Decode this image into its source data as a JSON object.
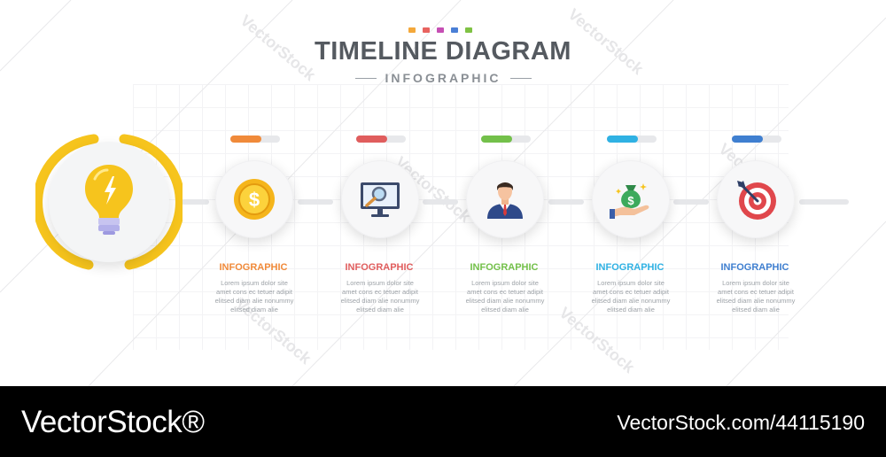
{
  "header": {
    "title": "TIMELINE DIAGRAM",
    "subtitle": "INFOGRAPHIC",
    "dot_colors": [
      "#f4a83a",
      "#e8635f",
      "#c64fb4",
      "#4a7fd6",
      "#7fc244"
    ]
  },
  "hero": {
    "icon": "lightbulb-icon",
    "ring_color": "#f6c41d"
  },
  "steps": [
    {
      "title": "INFOGRAPHIC",
      "accent": "#f08a3a",
      "progress": 0.62,
      "icon": "coin-icon",
      "desc_lines": [
        "Lorem ipsum dolor site",
        "amet cons ec tetuer adipit",
        "elitsed diam alie nonummy",
        "elitsed diam alie"
      ]
    },
    {
      "title": "INFOGRAPHIC",
      "accent": "#e05d5d",
      "progress": 0.62,
      "icon": "monitor-search-icon",
      "desc_lines": [
        "Lorem ipsum dolor site",
        "amet cons ec tetuer adipit",
        "elitsed diam alie nonummy",
        "elitsed diam alie"
      ]
    },
    {
      "title": "INFOGRAPHIC",
      "accent": "#73c04a",
      "progress": 0.62,
      "icon": "businessman-icon",
      "desc_lines": [
        "Lorem ipsum dolor site",
        "amet cons ec tetuer adipit",
        "elitsed diam alie nonummy",
        "elitsed diam alie"
      ]
    },
    {
      "title": "INFOGRAPHIC",
      "accent": "#2fb1e3",
      "progress": 0.62,
      "icon": "money-bag-hand-icon",
      "desc_lines": [
        "Lorem ipsum dolor site",
        "amet cons ec tetuer adipit",
        "elitsed diam alie nonummy",
        "elitsed diam alie"
      ]
    },
    {
      "title": "INFOGRAPHIC",
      "accent": "#3f7fd0",
      "progress": 0.62,
      "icon": "target-arrow-icon",
      "desc_lines": [
        "Lorem ipsum dolor site",
        "amet cons ec tetuer adipit",
        "elitsed diam alie nonummy",
        "elitsed diam alie"
      ]
    }
  ],
  "watermark": "VectorStock",
  "footer": {
    "brand": "VectorStock®",
    "url": "VectorStock.com/44115190"
  }
}
